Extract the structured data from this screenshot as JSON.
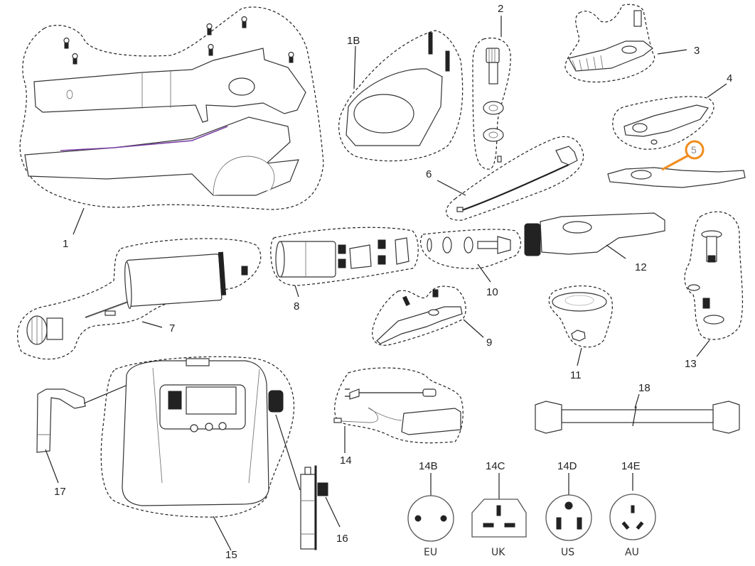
{
  "diagram": {
    "title": "Electric pruning shear exploded parts diagram",
    "highlight_color": "#f08c1e",
    "parts": [
      {
        "id": "1",
        "label": "1",
        "description": "Handle housing halves with screws"
      },
      {
        "id": "1B",
        "label": "1B",
        "description": "Head cover with screws"
      },
      {
        "id": "2",
        "label": "2",
        "description": "Pinion shaft and bearings"
      },
      {
        "id": "3",
        "label": "3",
        "description": "Gear sector with pin"
      },
      {
        "id": "4",
        "label": "4",
        "description": "Counter blade"
      },
      {
        "id": "5",
        "label": "5",
        "description": "Cutting blade",
        "highlighted": true
      },
      {
        "id": "6",
        "label": "6",
        "description": "Sensor board with cable"
      },
      {
        "id": "7",
        "label": "7",
        "description": "Motor with connector"
      },
      {
        "id": "8",
        "label": "8",
        "description": "Planetary gearbox"
      },
      {
        "id": "9",
        "label": "9",
        "description": "Trigger with spring"
      },
      {
        "id": "10",
        "label": "10",
        "description": "Bearings and bevel gear"
      },
      {
        "id": "11",
        "label": "11",
        "description": "Crown gear and nut"
      },
      {
        "id": "12",
        "label": "12",
        "description": "Head frame"
      },
      {
        "id": "13",
        "label": "13",
        "description": "Blade bolt and washers"
      },
      {
        "id": "14",
        "label": "14",
        "description": "Charger"
      },
      {
        "id": "15",
        "label": "15",
        "description": "Battery pack"
      },
      {
        "id": "16",
        "label": "16",
        "description": "Battery connector"
      },
      {
        "id": "17",
        "label": "17",
        "description": "Belt clip"
      },
      {
        "id": "18",
        "label": "18",
        "description": "Extension cable"
      }
    ],
    "plugs": [
      {
        "id": "14B",
        "label": "14B",
        "region": "EU"
      },
      {
        "id": "14C",
        "label": "14C",
        "region": "UK"
      },
      {
        "id": "14D",
        "label": "14D",
        "region": "US"
      },
      {
        "id": "14E",
        "label": "14E",
        "region": "AU"
      }
    ]
  }
}
